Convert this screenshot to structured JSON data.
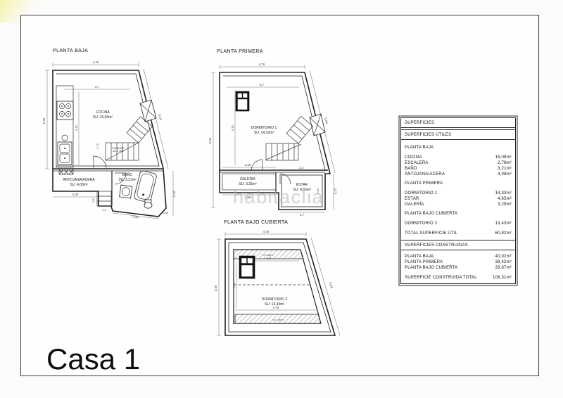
{
  "page": {
    "title": "Casa 1",
    "watermark": "habitaclia"
  },
  "plans": {
    "baja": {
      "label": "PLANTA BAJA",
      "rooms": [
        {
          "name": "COCINA",
          "su": "SU: 15,09m²"
        },
        {
          "name": "ESCALERA",
          "su": "SU: 2,78m²"
        },
        {
          "name": "ANTOJANA/ACERA",
          "su": "SU: 4,08m²"
        },
        {
          "name": "BAÑO",
          "su": "SU: 3,21m²"
        }
      ],
      "dims": [
        "4,76",
        "5,45",
        "5,64",
        "3,7",
        "4,11",
        "2,72",
        "2,45",
        "0,9",
        "0,8",
        "2,09",
        "0,88",
        "2,42"
      ]
    },
    "primera": {
      "label": "PLANTA PRIMERA",
      "rooms": [
        {
          "name": "DORMITORIO 1",
          "su": "SU: 14,33m²"
        },
        {
          "name": "GALERÍA",
          "su": "SU: 3,25m²"
        },
        {
          "name": "ESTAR",
          "su": "SU: 4,65m²"
        }
      ],
      "dims": [
        "4,76",
        "6,55",
        "5,64",
        "3,7",
        "4,11",
        "3,25",
        "2,3",
        "3,55",
        "2,7",
        "2,22",
        "2,03"
      ]
    },
    "cubierta": {
      "label": "PLANTA BAJO CUBIERTA",
      "rooms": [
        {
          "name": "DORMITORIO 2",
          "su": "SU: 13,43m²"
        }
      ],
      "height_note": "h=1,50m",
      "dims": [
        "4,76",
        "5,45",
        "5,64",
        "3,7",
        "4,78",
        "4,11"
      ]
    }
  },
  "table": {
    "title": "SUPERFICIES",
    "utiles": {
      "heading": "SUPERFICIES ÚTILES",
      "groups": [
        {
          "name": "PLANTA BAJA",
          "items": [
            {
              "l": "COCINA",
              "v": "15,09m²"
            },
            {
              "l": "ESCALERA",
              "v": "2,78m²"
            },
            {
              "l": "BAÑO",
              "v": "3,21m²"
            },
            {
              "l": "ANTOJANA/ACERA",
              "v": "4,08m²"
            }
          ]
        },
        {
          "name": "PLANTA PRIMERA",
          "items": [
            {
              "l": "DORMITORIO 1",
              "v": "14,33m²"
            },
            {
              "l": "ESTAR",
              "v": "4,65m²"
            },
            {
              "l": "GALERÍA",
              "v": "3,25m²"
            }
          ]
        },
        {
          "name": "PLANTA BAJO CUBIERTA",
          "items": [
            {
              "l": "DORMITORIO 2",
              "v": "13,43m²"
            }
          ]
        }
      ],
      "total": {
        "l": "TOTAL SUPERFICIE ÚTIL",
        "v": "60,82m²"
      }
    },
    "construidas": {
      "heading": "SUPERFICIES CONSTRUIDAS",
      "items": [
        {
          "l": "PLANTA BAJA",
          "v": "40,02m²"
        },
        {
          "l": "PLANTA PRIMERA",
          "v": "39,42m²"
        },
        {
          "l": "PLANTA BAJO CUBIERTA",
          "v": "28,87m²"
        }
      ],
      "total": {
        "l": "SUPERFICIE CONSTRUIDA TOTAL",
        "v": "108,31m²"
      }
    }
  }
}
